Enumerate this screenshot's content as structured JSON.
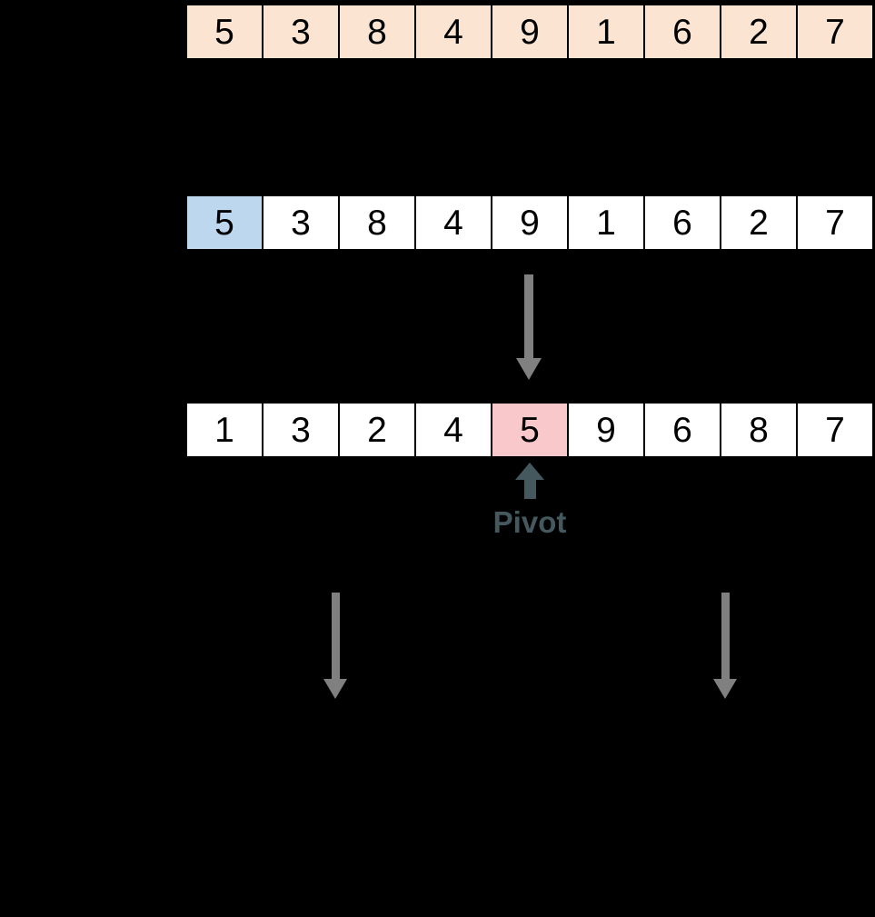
{
  "labels": {
    "pivot": "Pivot"
  },
  "arrays": [
    {
      "name": "unsorted-array",
      "cells": [
        {
          "value": "5",
          "bg": "peach"
        },
        {
          "value": "3",
          "bg": "peach"
        },
        {
          "value": "8",
          "bg": "peach"
        },
        {
          "value": "4",
          "bg": "peach"
        },
        {
          "value": "9",
          "bg": "peach"
        },
        {
          "value": "1",
          "bg": "peach"
        },
        {
          "value": "6",
          "bg": "peach"
        },
        {
          "value": "2",
          "bg": "peach"
        },
        {
          "value": "7",
          "bg": "peach"
        }
      ]
    },
    {
      "name": "pivot-selected-array",
      "cells": [
        {
          "value": "5",
          "bg": "blue"
        },
        {
          "value": "3",
          "bg": "white"
        },
        {
          "value": "8",
          "bg": "white"
        },
        {
          "value": "4",
          "bg": "white"
        },
        {
          "value": "9",
          "bg": "white"
        },
        {
          "value": "1",
          "bg": "white"
        },
        {
          "value": "6",
          "bg": "white"
        },
        {
          "value": "2",
          "bg": "white"
        },
        {
          "value": "7",
          "bg": "white"
        }
      ]
    },
    {
      "name": "partitioned-array",
      "cells": [
        {
          "value": "1",
          "bg": "white"
        },
        {
          "value": "3",
          "bg": "white"
        },
        {
          "value": "2",
          "bg": "white"
        },
        {
          "value": "4",
          "bg": "white"
        },
        {
          "value": "5",
          "bg": "pink"
        },
        {
          "value": "9",
          "bg": "white"
        },
        {
          "value": "6",
          "bg": "white"
        },
        {
          "value": "8",
          "bg": "white"
        },
        {
          "value": "7",
          "bg": "white"
        }
      ]
    }
  ],
  "colors": {
    "background": "#000000",
    "peach": "#FBE4D2",
    "blue": "#BDD7EE",
    "pink": "#F9C8CA",
    "white": "#FFFFFF",
    "cell_border": "#000000",
    "digit": "#000000",
    "arrow_gray": "#808080",
    "pivot_accent": "#44585E"
  }
}
